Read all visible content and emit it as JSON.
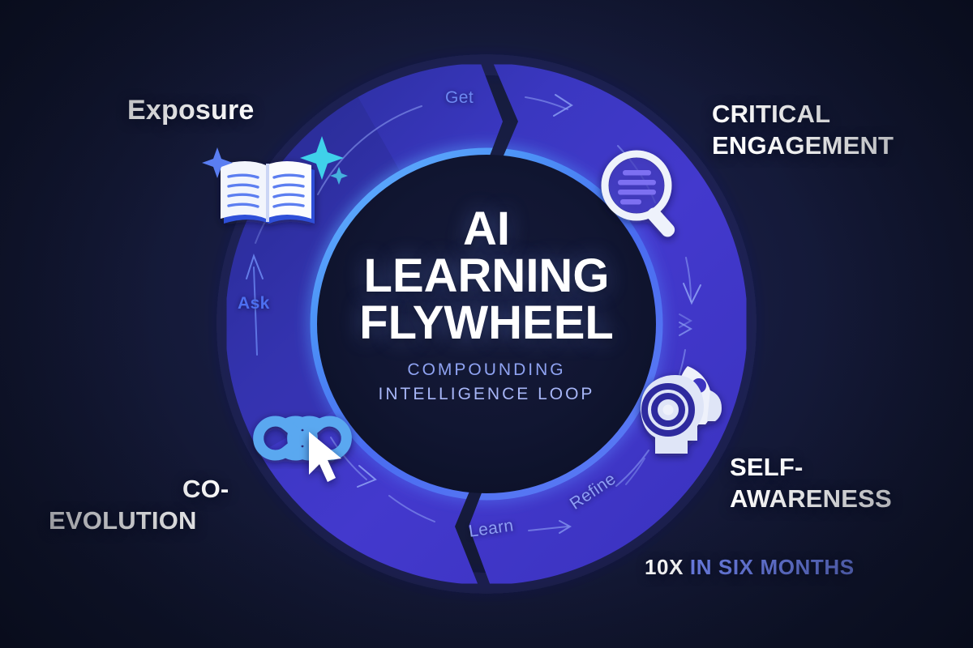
{
  "background": {
    "base_color": "#131a33",
    "accent_ring": "#3b36c6",
    "inner_glow": "#4a8ff5"
  },
  "center": {
    "line1": "AI",
    "line2": "LEARNING",
    "line3": "FLYWHEEL",
    "subtitle_line1": "COMPOUNDING",
    "subtitle_line2": "INTELLIGENCE LOOP"
  },
  "quadrant_labels": [
    {
      "id": "exposure",
      "text": "Exposure",
      "position": "top-left",
      "icon": "open-book-icon"
    },
    {
      "id": "critical",
      "line1": "CRITICAL",
      "line2": "ENGAGEMENT",
      "position": "top-right",
      "icon": "magnifier-icon"
    },
    {
      "id": "self",
      "line1": "SELF-",
      "line2": "AWARENESS",
      "position": "bottom-right",
      "icon": "head-target-rocket-icon"
    },
    {
      "id": "coevo",
      "line1": "CO-",
      "line2": "EVOLUTION",
      "position": "bottom-left",
      "icon": "infinity-cursor-icon"
    }
  ],
  "steps": [
    {
      "id": "get",
      "label": "Get"
    },
    {
      "id": "ask",
      "label": "Ask"
    },
    {
      "id": "learn",
      "label": "Learn"
    },
    {
      "id": "refine",
      "label": "Refine"
    }
  ],
  "stat": {
    "number": "10X",
    "rest": " IN SIX MONTHS",
    "number_color": "#ffffff",
    "rest_color": "#6f82ec"
  }
}
